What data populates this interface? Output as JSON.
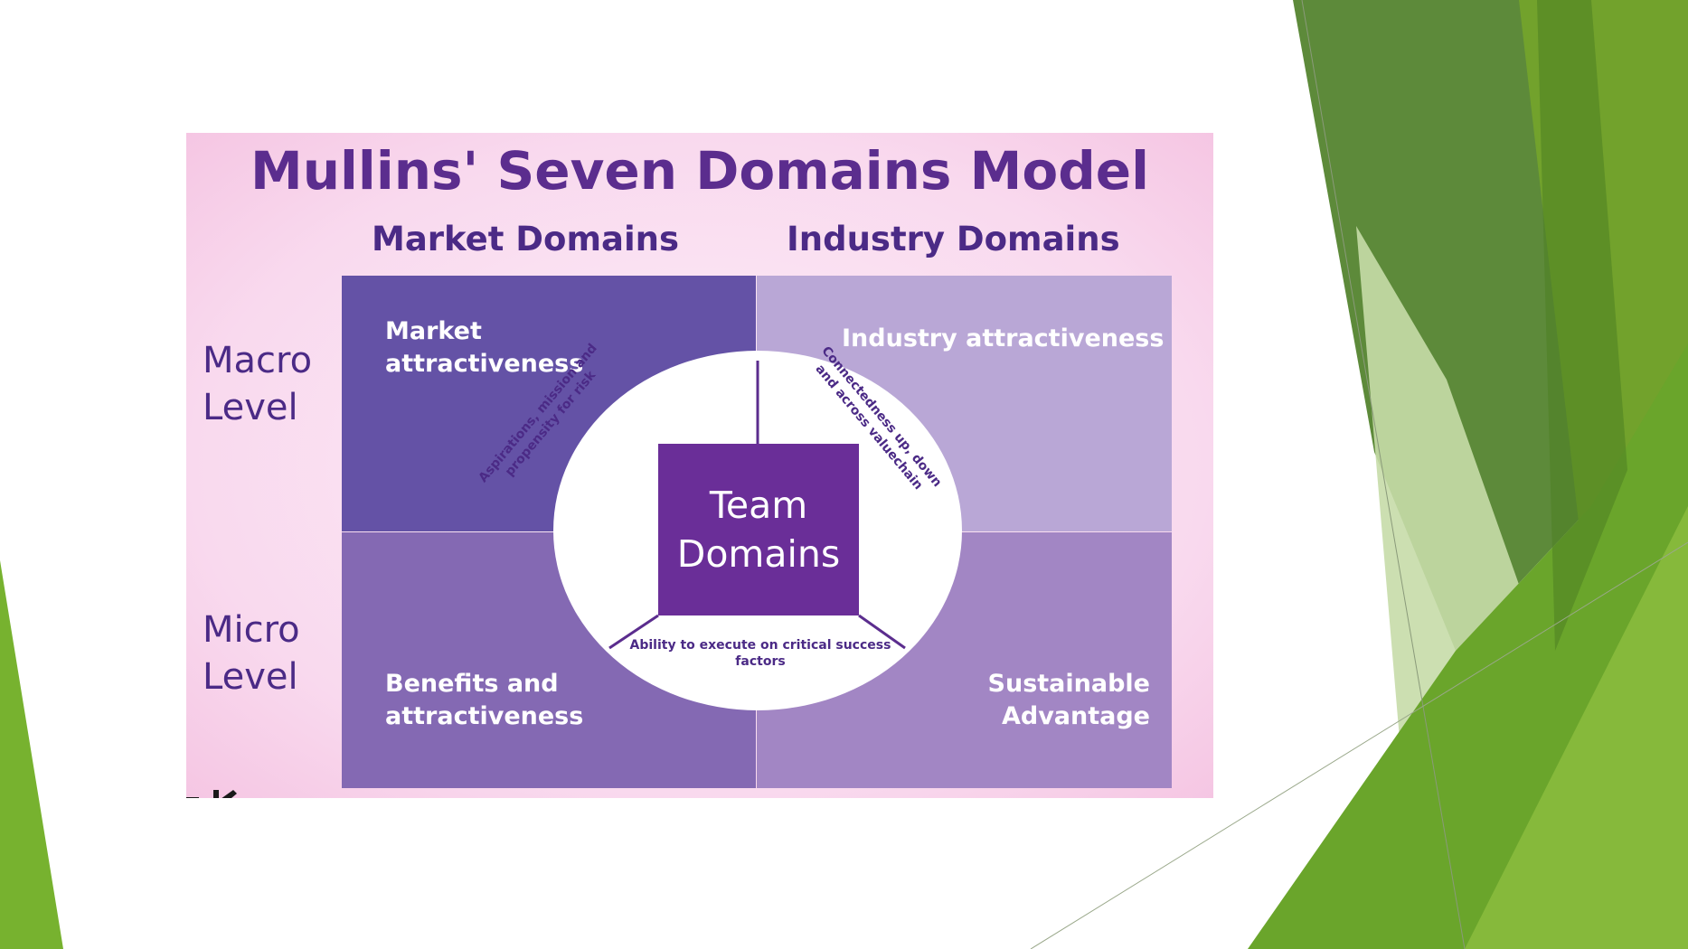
{
  "slide": {
    "accent_dark_green": "#3f7a1f",
    "accent_green": "#6aa52b",
    "accent_light_green": "#c7dca8"
  },
  "figure": {
    "title": "Mullins' Seven Domains Model",
    "column_headers": [
      "Market Domains",
      "Industry Domains"
    ],
    "row_headers": {
      "macro": [
        "Macro",
        "Level"
      ],
      "micro": [
        "Micro",
        "Level"
      ]
    },
    "quadrants": {
      "top_left": [
        "Market",
        "attractiveness"
      ],
      "top_right": [
        "Industry attractiveness"
      ],
      "bottom_left": [
        "Benefits and",
        "attractiveness"
      ],
      "bottom_right": [
        "Sustainable",
        "Advantage"
      ]
    },
    "center": [
      "Team",
      "Domains"
    ],
    "team_labels": {
      "upper_left": [
        "Aspirations, mission and",
        "propensity for risk"
      ],
      "upper_right": [
        "Connectedness up, down",
        "and across valuechain"
      ],
      "bottom": [
        "Ability to execute on critical success",
        "factors"
      ]
    },
    "colors": {
      "title": "#5b2d8e",
      "top_left": "#6452a6",
      "top_right": "#b9a7d6",
      "bottom_left": "#8469b3",
      "bottom_right": "#a286c4",
      "center": "#6a2e98"
    }
  }
}
